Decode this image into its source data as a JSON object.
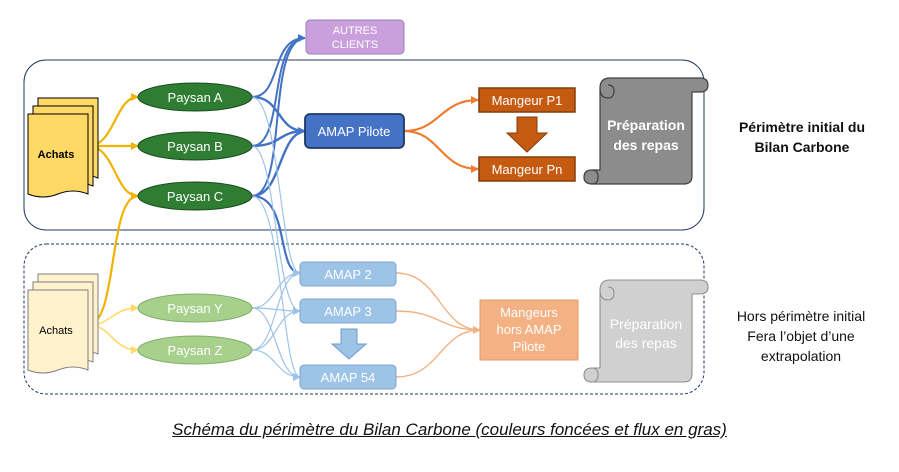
{
  "nodes": {
    "autres_clients": [
      "AUTRES",
      "CLIENTS"
    ],
    "achats_top": "Achats",
    "achats_bottom": "Achats",
    "paysan_a": "Paysan A",
    "paysan_b": "Paysan B",
    "paysan_c": "Paysan C",
    "paysan_y": "Paysan Y",
    "paysan_z": "Paysan Z",
    "amap_pilote": "AMAP Pilote",
    "amap_2": "AMAP 2",
    "amap_3": "AMAP 3",
    "amap_54": "AMAP 54",
    "mangeur_p1": "Mangeur P1",
    "mangeur_pn": "Mangeur Pn",
    "mangeurs_hors": [
      "Mangeurs",
      "hors AMAP",
      "Pilote"
    ],
    "preparation_top": [
      "Préparation",
      "des repas"
    ],
    "preparation_bottom": [
      "Préparation",
      "des repas"
    ]
  },
  "labels": {
    "perimetre_initial": [
      "Périmètre initial du",
      "Bilan Carbone"
    ],
    "hors_perimetre": [
      "Hors périmètre initial",
      "Fera l’objet d’une",
      "extrapolation"
    ]
  },
  "caption": "Schéma du périmètre du Bilan Carbone (couleurs foncées et flux en gras)",
  "colors": {
    "paysan_dark": "#2e7d32",
    "paysan_light": "#a8d08d",
    "amap_dark": "#4472c4",
    "amap_light": "#9dc3e6",
    "mangeur_dark": "#c55a11",
    "mangeur_light": "#f4b183",
    "achats_dark": "#ffd966",
    "achats_light": "#fff2cc",
    "autres": "#c9a0dc",
    "scroll_dark": "#8c8c8c",
    "scroll_light": "#d0d0d0"
  }
}
